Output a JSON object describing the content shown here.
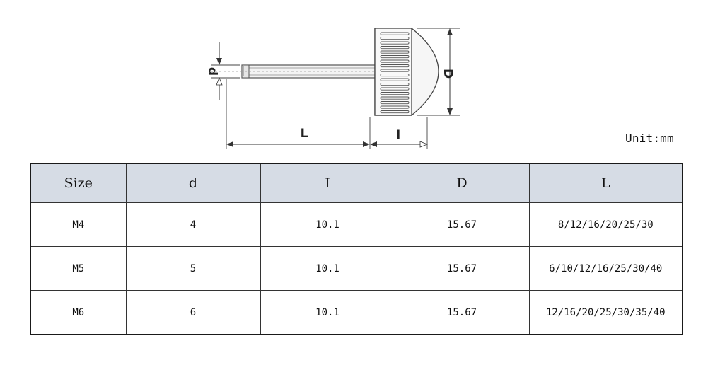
{
  "diagram": {
    "labels": {
      "d": "d",
      "D": "D",
      "L": "L",
      "I": "I"
    }
  },
  "unit_label": "Unit:mm",
  "table": {
    "headers": [
      "Size",
      "d",
      "I",
      "D",
      "L"
    ],
    "rows": [
      [
        "M4",
        "4",
        "10.1",
        "15.67",
        "8/12/16/20/25/30"
      ],
      [
        "M5",
        "5",
        "10.1",
        "15.67",
        "6/10/12/16/25/30/40"
      ],
      [
        "M6",
        "6",
        "10.1",
        "15.67",
        "12/16/20/25/30/35/40"
      ]
    ]
  }
}
